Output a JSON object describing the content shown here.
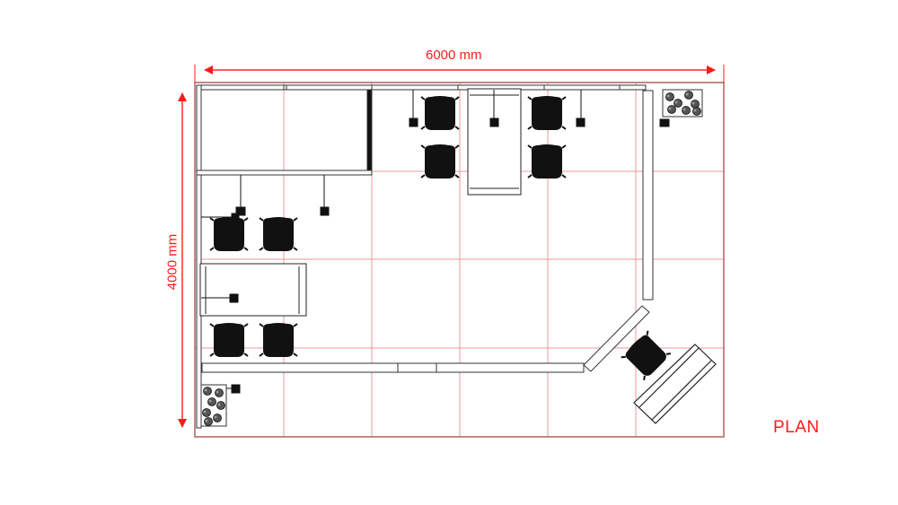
{
  "drawing": {
    "title": "PLAN",
    "width_label": "6000 mm",
    "height_label": "4000 mm",
    "units": "mm",
    "booth_width_mm": 6000,
    "booth_depth_mm": 4000,
    "grid": {
      "columns": 6,
      "rows": 4,
      "cell_mm": 1000
    },
    "colors": {
      "dimension": "#ff1a1a",
      "grid": "#e88a8a",
      "boundary": "#a05050",
      "furniture": "#111111",
      "wall": "#333333"
    }
  },
  "elements": {
    "storage_rooms": 2,
    "tables": 3,
    "chairs": 9,
    "plant_boxes": 2,
    "spot_lights": 9,
    "sofa": 1,
    "partition_walls": [
      "top",
      "left",
      "bottom-front",
      "right-vertical",
      "diagonal-corner"
    ]
  }
}
